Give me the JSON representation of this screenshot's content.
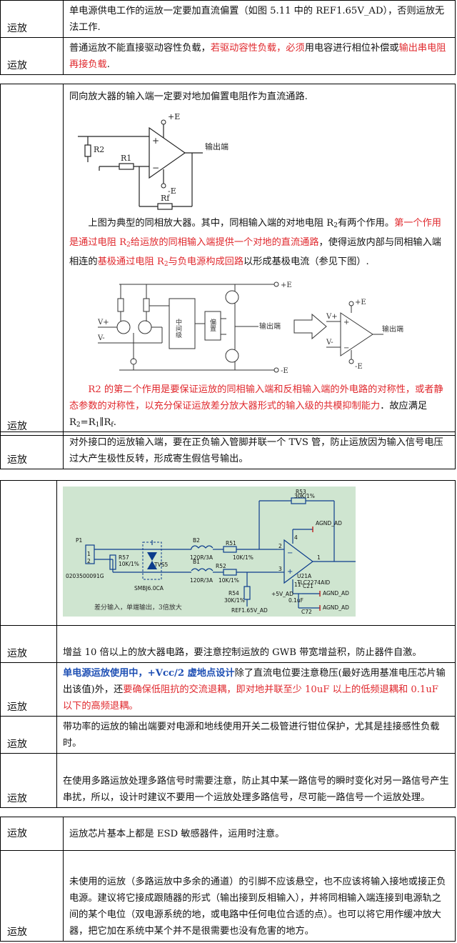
{
  "rows": [
    {
      "cat": "运放",
      "text": "单电源供电工作的运放一定要加直流偏置（如图 5.11 中的 REF1.65V_AD），否则运放无法工作."
    },
    {
      "cat": "运放",
      "p1": "普通运放不能直接驱动容性负载，",
      "p2": "若驱动容性负载，必须",
      "p3": "用电容进行相位补偿或",
      "p4": "输出串电阻再接负载",
      "p5": "."
    },
    {
      "cat": "运放",
      "intro": "同向放大器的输入端一定要对地加偏置电阻作为直流通路.",
      "para1_a": "上图为典型的同相放大器。其中，同相输入端的对地电阻 R",
      "para1_b": "有两个作用。",
      "para1_red1": "第一个作用是通过电阻 R",
      "para1_red2": "给运放的同相输入端提供一个对地的直流通路",
      "para1_c": "，使得运放内部与同相输入端相连的",
      "para1_red3": "基极通过电阻 R",
      "para1_red4": "与负电源构成回路",
      "para1_d": "以形成基极电流（参见下图）.",
      "para2_red": "R2 的第二个作用是要保证运放的同相输入端和反相输入端的外电路的对称性，或者静态参数的对称性，以充分保证运放差分放大器形式的输入级的共模抑制能力",
      "para2_b": "．故应满足 R",
      "para2_c": "=R",
      "para2_d": "∥R",
      "sub2": "2",
      "sub1": "1",
      "subf": "f"
    },
    {
      "cat": "运放",
      "text": "对外接口的运放输入端，要在正负输入管脚并联一个 TVS 管，防止运放因为输入信号电压过大产生极性反转，形成寄生假信号输出。"
    },
    {
      "cat": "运放",
      "text": "增益 10 倍以上的放大器电路，要注意控制运放的 GWB 带宽增益积，防止器件自激。"
    },
    {
      "cat": "运放",
      "blue": "单电源运放使用中，+Vcc/2 虚地点设计",
      "b": "除了直流电位要注意稳压(最好选用基准电压芯片输出该值)外，还",
      "red": "要确保低阻抗的交流退耦，即对地并联至少 10uF 以上的低频退耦和 0.1uF 以下的高频退耦。"
    },
    {
      "cat": "运放",
      "text": "带功率的运放的输出端要对电源和地线使用开关二极管进行钳位保护，尤其是挂接感性负载时。"
    },
    {
      "cat": "运放",
      "text": "在使用多路运放处理多路信号时需要注意，防止其中某一路信号的瞬时变化对另一路信号产生串扰，所以，设计时建议不要用一个运放处理多路信号，尽可能一路信号一个运放处理。"
    },
    {
      "cat": "运放",
      "text": "运放芯片基本上都是 ESD 敏感器件，运用时注意。"
    },
    {
      "cat": "运放",
      "text": "未使用的运放（多路运放中多余的通道）的引脚不应该悬空，也不应该将输入接地或接正负电源。建议将它接成跟随器的形式（输出接到反相输入），并将同相输入端连接到电源轨之间的某个电位（双电源系统的地，或电路中任何电位合适的点）。也可以将它用作缓冲放大器，把它加在系统中某个并不是很需要也没有危害的地方。"
    }
  ],
  "fig1": {
    "vpos": "+E",
    "vneg": "-E",
    "out": "输出端",
    "r2": "R2",
    "r1": "R1",
    "rf": "Rf"
  },
  "fig2": {
    "vpos": "+E",
    "vneg": "-E",
    "vin_p": "V+",
    "vin_n": "V-",
    "mid": "中间级",
    "buf": "偏置",
    "out": "输出端",
    "out2": "输出端"
  },
  "fig3": {
    "p1": "P1",
    "conn_part": "0203500091G",
    "r57": "R57",
    "r57v": "10K/1%",
    "tvs": "TVS5",
    "tvs_part": "SMBJ6.0CA",
    "b2": "B2",
    "b2v": "120R/3A",
    "b1": "B1",
    "b1v": "120R/3A",
    "r51": "R51",
    "r51v": "10K/1%",
    "r52": "R52",
    "r52v": "10K/1%",
    "r53": "R53",
    "r53v": "30K/1%",
    "r54": "R54",
    "r54v": "30K/1%",
    "agnd1": "AGND_AD",
    "agnd2": "AGND_AD",
    "agnd3": "AGND_AD",
    "u21": "U21A",
    "u21p": "TLC2274AID",
    "vcc": "+5V_AD",
    "c21": "C21",
    "c21v": "0.1uF",
    "c72": "C72",
    "ref": "REF1.65V_AD",
    "caption": "差分输入，单端输出，3倍放大",
    "pin2": "2",
    "pin3": "3",
    "pin1": "1",
    "pin4": "4",
    "pin11": "11"
  }
}
